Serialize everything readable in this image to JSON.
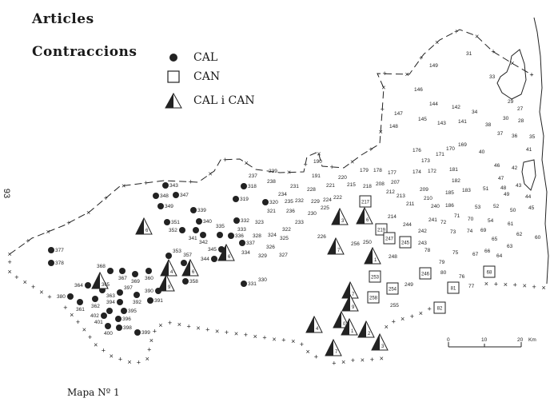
{
  "header": {
    "title": "Articles",
    "subtitle": "Contraccions"
  },
  "legend": [
    {
      "symbol": "filled-circle",
      "label": "CAL"
    },
    {
      "symbol": "open-square",
      "label": "CAN"
    },
    {
      "symbol": "half-filled-triangle",
      "label": "CAL i CAN"
    }
  ],
  "page_number": "93",
  "caption": "Mapa Nº 1",
  "scale_bar": {
    "ticks": [
      "0",
      "10",
      "20"
    ],
    "unit": "Km"
  },
  "localities_cal": [
    "343",
    "348",
    "347",
    "349",
    "339",
    "351",
    "340",
    "341",
    "352",
    "342",
    "318",
    "319",
    "320",
    "332",
    "335",
    "336",
    "337",
    "345",
    "344",
    "331",
    "377",
    "378",
    "353",
    "357",
    "368",
    "367",
    "369",
    "360",
    "358",
    "364",
    "363",
    "390",
    "397",
    "392",
    "380",
    "361",
    "362",
    "394",
    "391",
    "395",
    "401",
    "402",
    "396",
    "400",
    "398",
    "399"
  ],
  "localities_can": [
    "217",
    "219",
    "247",
    "245",
    "253",
    "254",
    "258",
    "246",
    "81",
    "68",
    "82"
  ],
  "localities_cal_i_can": [
    "6",
    "365",
    "4",
    "9",
    "6",
    "6",
    "3",
    "6",
    "7",
    "1",
    "7",
    "9",
    "0",
    "4",
    "1",
    "2",
    "7",
    "3"
  ],
  "localities_other": [
    "31",
    "149",
    "33",
    "146",
    "144",
    "142",
    "34",
    "147",
    "145",
    "143",
    "141",
    "38",
    "148",
    "29",
    "27",
    "30",
    "28",
    "37",
    "36",
    "35",
    "169",
    "170",
    "176",
    "173",
    "171",
    "40",
    "41",
    "178",
    "177",
    "174",
    "172",
    "181",
    "46",
    "42",
    "47",
    "182",
    "43",
    "48",
    "209",
    "185",
    "183",
    "51",
    "49",
    "44",
    "210",
    "211",
    "240",
    "186",
    "53",
    "52",
    "50",
    "45",
    "241",
    "71",
    "70",
    "72",
    "54",
    "61",
    "242",
    "73",
    "74",
    "69",
    "62",
    "60",
    "243",
    "65",
    "63",
    "78",
    "75",
    "67",
    "66",
    "64",
    "79",
    "190",
    "179",
    "191",
    "220",
    "207",
    "231",
    "228",
    "221",
    "215",
    "218",
    "208",
    "212",
    "232",
    "229",
    "224",
    "222",
    "213",
    "230",
    "225",
    "233",
    "214",
    "244",
    "226",
    "256",
    "250",
    "248",
    "237",
    "238",
    "239",
    "234",
    "235",
    "236",
    "321",
    "323",
    "322",
    "324",
    "325",
    "328",
    "333",
    "326",
    "329",
    "327",
    "334",
    "330",
    "249",
    "80",
    "76",
    "77",
    "255"
  ]
}
